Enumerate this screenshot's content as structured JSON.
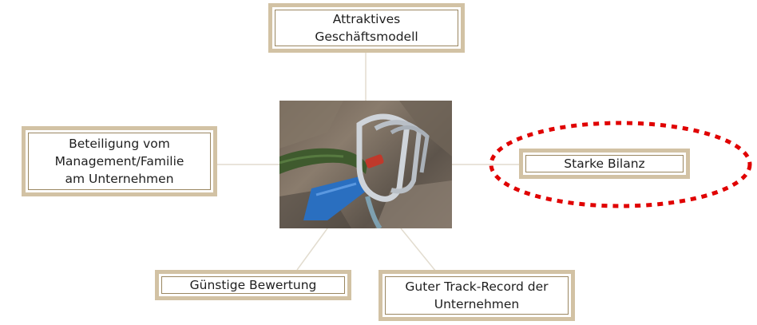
{
  "nodes": {
    "top": "Attraktives\nGeschäftsmodell",
    "left": "Beteiligung vom\nManagement/Familie\nam Unternehmen",
    "right": "Starke Bilanz",
    "bottom_left": "Günstige Bewertung",
    "bottom_right": "Guter Track-Record der\nUnternehmen"
  },
  "center_image": {
    "description_icon": "carabiner-photo-icon"
  },
  "colors": {
    "box_border": "#d2c2a4",
    "box_inner_line": "#9a8660",
    "connector": "#e2dccf",
    "highlight": "#e00000"
  }
}
